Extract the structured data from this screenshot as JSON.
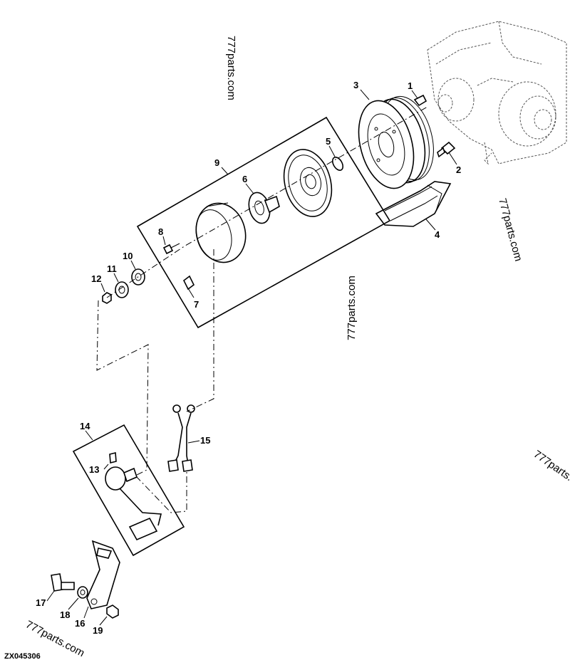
{
  "watermark": "777parts.com",
  "figure_ref": "ZX045306",
  "callouts": [
    "1",
    "2",
    "3",
    "4",
    "5",
    "6",
    "7",
    "8",
    "9",
    "10",
    "11",
    "12",
    "13",
    "14",
    "15",
    "16",
    "17",
    "18",
    "19"
  ]
}
